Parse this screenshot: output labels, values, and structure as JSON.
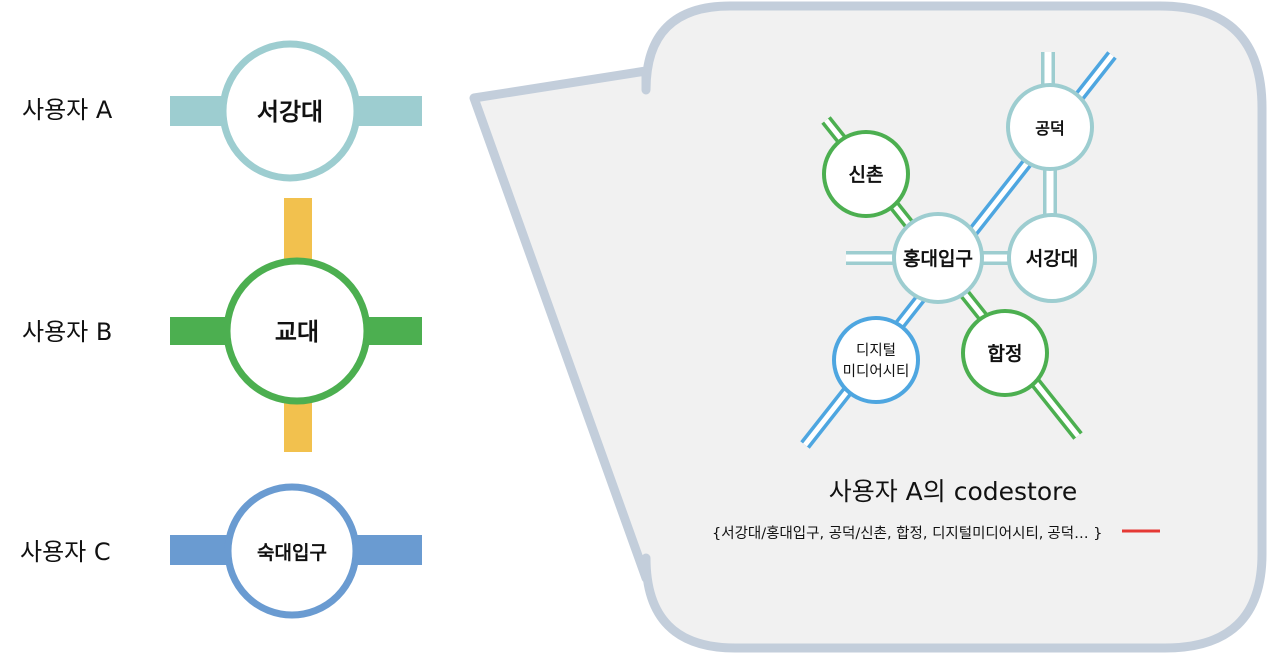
{
  "users": [
    {
      "label": "사용자 A",
      "station": "서강대"
    },
    {
      "label": "사용자 B",
      "station": "교대"
    },
    {
      "label": "사용자 C",
      "station": "숙대입구"
    }
  ],
  "map": {
    "stations": {
      "gongdeok": "공덕",
      "sinchon": "신촌",
      "hongik": "홍대입구",
      "sogang": "서강대",
      "dmc_line1": "디지털",
      "dmc_line2": "미디어시티",
      "hapjeong": "합정"
    }
  },
  "codestore": {
    "title": "사용자 A의 codestore",
    "list_open": "{서강대/홍대입구, 공덕/신촌, 합정, 디지털미디어시티,",
    "list_struck": "공덕",
    "list_close": "… }"
  },
  "colors": {
    "line_teal": "#9dcdd0",
    "line_green": "#4caf50",
    "line_yellow": "#f2c14e",
    "line_blue": "#6a9bd1",
    "line_sky": "#4ea6e0",
    "panel_border": "#c3cedb",
    "panel_fill": "#f1f1f1",
    "strike": "#e53935"
  }
}
